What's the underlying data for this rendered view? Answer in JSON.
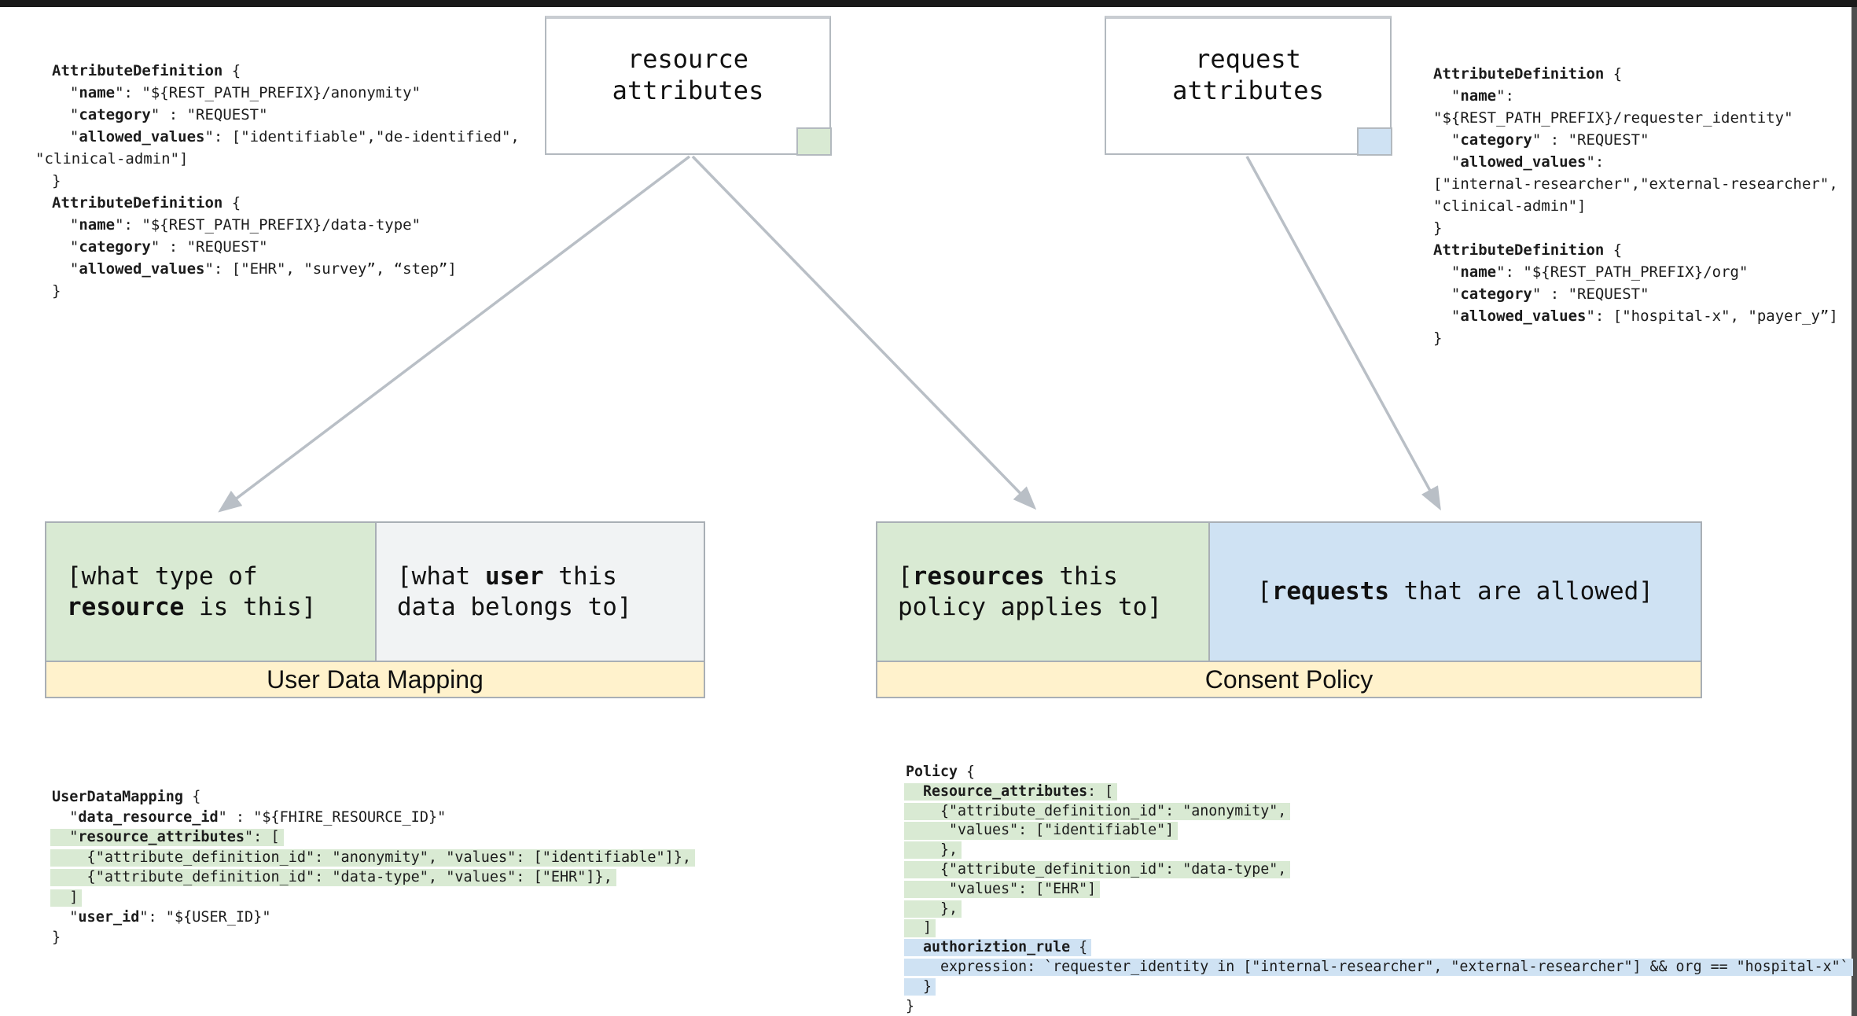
{
  "palette": {
    "resource_green": "#d9ead3",
    "request_blue": "#cfe2f3",
    "title_yellow": "#fff2cc",
    "user_cell_gray": "#f1f3f4",
    "border_gray": "#a9afb5",
    "arrow_gray": "#b9bfc6",
    "top_edge_black": "#1a1a1a",
    "right_edge_gray": "#4f4f4f"
  },
  "diagram": {
    "top_boxes": {
      "resource": {
        "swatch_color": "#d9ead3",
        "lines": [
          {
            "segs": [
              {
                "t": "resource"
              }
            ]
          },
          {
            "segs": [
              {
                "t": "attributes"
              }
            ]
          }
        ]
      },
      "request": {
        "swatch_color": "#cfe2f3",
        "lines": [
          {
            "segs": [
              {
                "t": "request"
              }
            ]
          },
          {
            "segs": [
              {
                "t": "attributes"
              }
            ]
          }
        ]
      }
    },
    "user_data_mapping_box": {
      "title": "User Data Mapping",
      "resource_type_cell": {
        "lines": [
          {
            "segs": [
              {
                "t": "[what type of"
              }
            ]
          },
          {
            "segs": [
              {
                "t": "resource",
                "b": true
              },
              {
                "t": " is this]"
              }
            ]
          }
        ]
      },
      "user_cell": {
        "lines": [
          {
            "segs": [
              {
                "t": "[what "
              },
              {
                "t": "user",
                "b": true
              },
              {
                "t": " this"
              }
            ]
          },
          {
            "segs": [
              {
                "t": "data belongs to]"
              }
            ]
          }
        ]
      }
    },
    "consent_policy_box": {
      "title": "Consent Policy",
      "resources_cell": {
        "lines": [
          {
            "segs": [
              {
                "t": "["
              },
              {
                "t": "resources",
                "b": true
              },
              {
                "t": " this"
              }
            ]
          },
          {
            "segs": [
              {
                "t": "policy applies to]"
              }
            ]
          }
        ]
      },
      "requests_cell": {
        "lines": [
          {
            "segs": [
              {
                "t": "["
              },
              {
                "t": "requests",
                "b": true
              },
              {
                "t": " that are allowed]"
              }
            ]
          }
        ]
      }
    }
  },
  "code_blocks": {
    "attr_left": {
      "lines": [
        {
          "segs": [
            {
              "t": "AttributeDefinition",
              "b": true
            },
            {
              "t": " {"
            }
          ]
        },
        {
          "segs": [
            {
              "t": "  \""
            },
            {
              "t": "name",
              "b": true
            },
            {
              "t": "\": \"${REST_PATH_PREFIX}/anonymity\""
            }
          ]
        },
        {
          "segs": [
            {
              "t": "  \""
            },
            {
              "t": "category",
              "b": true
            },
            {
              "t": "\" : \"REQUEST\""
            }
          ]
        },
        {
          "segs": [
            {
              "t": "  \""
            },
            {
              "t": "allowed_values",
              "b": true
            },
            {
              "t": "\": [\"identifiable\",\"de-identified\","
            }
          ]
        },
        {
          "out": true,
          "segs": [
            {
              "t": "\"clinical-admin\"]"
            }
          ]
        },
        {
          "segs": [
            {
              "t": "}"
            }
          ]
        },
        {
          "segs": [
            {
              "t": "AttributeDefinition",
              "b": true
            },
            {
              "t": " {"
            }
          ]
        },
        {
          "segs": [
            {
              "t": "  \""
            },
            {
              "t": "name",
              "b": true
            },
            {
              "t": "\": \"${REST_PATH_PREFIX}/data-type\""
            }
          ]
        },
        {
          "segs": [
            {
              "t": "  \""
            },
            {
              "t": "category",
              "b": true
            },
            {
              "t": "\" : \"REQUEST\""
            }
          ]
        },
        {
          "segs": [
            {
              "t": "  \""
            },
            {
              "t": "allowed_values",
              "b": true
            },
            {
              "t": "\": [\"EHR\", \"survey”, “step”]"
            }
          ]
        },
        {
          "segs": [
            {
              "t": "}"
            }
          ]
        }
      ]
    },
    "attr_right": {
      "lines": [
        {
          "segs": [
            {
              "t": "AttributeDefinition",
              "b": true
            },
            {
              "t": " {"
            }
          ]
        },
        {
          "segs": [
            {
              "t": "  \""
            },
            {
              "t": "name",
              "b": true
            },
            {
              "t": "\":"
            }
          ]
        },
        {
          "segs": [
            {
              "t": "\"${REST_PATH_PREFIX}/requester_identity\""
            }
          ]
        },
        {
          "segs": [
            {
              "t": "  \""
            },
            {
              "t": "category",
              "b": true
            },
            {
              "t": "\" : \"REQUEST\""
            }
          ]
        },
        {
          "segs": [
            {
              "t": "  \""
            },
            {
              "t": "allowed_values",
              "b": true
            },
            {
              "t": "\":"
            }
          ]
        },
        {
          "segs": [
            {
              "t": "[\"internal-researcher\",\"external-researcher\","
            }
          ]
        },
        {
          "segs": [
            {
              "t": "\"clinical-admin\"]"
            }
          ]
        },
        {
          "segs": [
            {
              "t": "}"
            }
          ]
        },
        {
          "segs": [
            {
              "t": "AttributeDefinition",
              "b": true
            },
            {
              "t": " {"
            }
          ]
        },
        {
          "segs": [
            {
              "t": "  \""
            },
            {
              "t": "name",
              "b": true
            },
            {
              "t": "\": \"${REST_PATH_PREFIX}/org\""
            }
          ]
        },
        {
          "segs": [
            {
              "t": "  \""
            },
            {
              "t": "category",
              "b": true
            },
            {
              "t": "\" : \"REQUEST\""
            }
          ]
        },
        {
          "segs": [
            {
              "t": "  \""
            },
            {
              "t": "allowed_values",
              "b": true
            },
            {
              "t": "\": [\"hospital-x\", \"payer_y”]"
            }
          ]
        },
        {
          "segs": [
            {
              "t": "}"
            }
          ]
        }
      ]
    },
    "user_data_mapping": {
      "lines": [
        {
          "segs": [
            {
              "t": "UserDataMapping",
              "b": true
            },
            {
              "t": " {"
            }
          ]
        },
        {
          "segs": [
            {
              "t": "  \""
            },
            {
              "t": "data_resource_id",
              "b": true
            },
            {
              "t": "\" : \"${FHIRE_RESOURCE_ID}\""
            }
          ]
        },
        {
          "hl": "g",
          "segs": [
            {
              "t": "  \""
            },
            {
              "t": "resource_attributes",
              "b": true
            },
            {
              "t": "\": ["
            }
          ]
        },
        {
          "hl": "g",
          "segs": [
            {
              "t": "    {\"attribute_definition_id\": \"anonymity\", \"values\": [\"identifiable\"]},"
            }
          ]
        },
        {
          "hl": "g",
          "segs": [
            {
              "t": "    {\"attribute_definition_id\": \"data-type\", \"values\": [\"EHR\"]},"
            }
          ]
        },
        {
          "hl": "g",
          "segs": [
            {
              "t": "  ]"
            }
          ]
        },
        {
          "segs": [
            {
              "t": "  \""
            },
            {
              "t": "user_id",
              "b": true
            },
            {
              "t": "\": \"${USER_ID}\""
            }
          ]
        },
        {
          "segs": [
            {
              "t": "}"
            }
          ]
        }
      ]
    },
    "policy": {
      "lines": [
        {
          "segs": [
            {
              "t": "Policy",
              "b": true
            },
            {
              "t": " {"
            }
          ]
        },
        {
          "hl": "g",
          "segs": [
            {
              "t": "  "
            },
            {
              "t": "Resource_attributes",
              "b": true
            },
            {
              "t": ": ["
            }
          ]
        },
        {
          "hl": "g",
          "segs": [
            {
              "t": "    {\"attribute_definition_id\": \"anonymity\","
            }
          ]
        },
        {
          "hl": "g",
          "segs": [
            {
              "t": "     \"values\": [\"identifiable\"]"
            }
          ]
        },
        {
          "hl": "g",
          "segs": [
            {
              "t": "    },"
            }
          ]
        },
        {
          "hl": "g",
          "segs": [
            {
              "t": "    {\"attribute_definition_id\": \"data-type\","
            }
          ]
        },
        {
          "hl": "g",
          "segs": [
            {
              "t": "     \"values\": [\"EHR\"]"
            }
          ]
        },
        {
          "hl": "g",
          "segs": [
            {
              "t": "    },"
            }
          ]
        },
        {
          "hl": "g",
          "segs": [
            {
              "t": "  ]"
            }
          ]
        },
        {
          "hl": "b",
          "segs": [
            {
              "t": "  "
            },
            {
              "t": "authoriztion_rule",
              "b": true
            },
            {
              "t": " {"
            }
          ]
        },
        {
          "hl": "b",
          "segs": [
            {
              "t": "    expression: `requester_identity in [\"internal-researcher\", \"external-researcher\"] && org == \"hospital-x\"`"
            }
          ]
        },
        {
          "hl": "b",
          "segs": [
            {
              "t": "  }"
            }
          ]
        },
        {
          "segs": [
            {
              "t": "}"
            }
          ]
        }
      ]
    }
  }
}
